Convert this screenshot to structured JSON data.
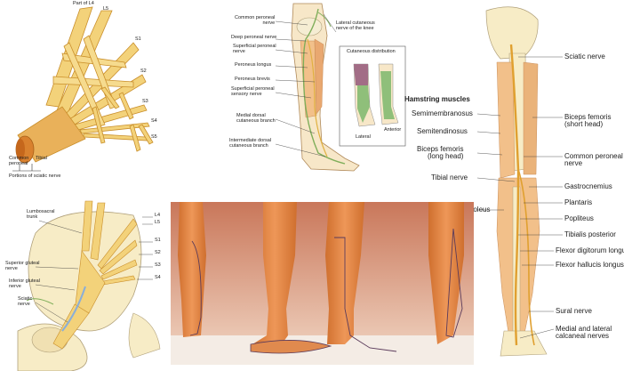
{
  "plexus": {
    "roots": [
      "Part of L4",
      "L5",
      "S1",
      "S2",
      "S3",
      "S4",
      "S5"
    ],
    "common_peroneal": "Common\nperoneal",
    "tibial": "Tibial",
    "portions": "Portions of sciatic nerve"
  },
  "leg_front": {
    "left_labels": [
      "Common peroneal\nnerve",
      "Deep peroneal nerve",
      "Superficial peroneal\nnerve",
      "Peroneus longus",
      "Peroneus brevis",
      "Superficial peroneal\nsensory nerve",
      "Medial dorsal\ncutaneous branch",
      "Intermediate dorsal\ncutaneous branch"
    ],
    "lateral_cutaneous": "Lateral cutaneous\nnerve of the knee",
    "inset_title": "Cutaneous distribution",
    "inset_lateral": "Lateral",
    "inset_anterior": "Anterior"
  },
  "hamstring": {
    "title": "Hamstring muscles",
    "left_labels": [
      "Semimembranosus",
      "Semitendinosus",
      "Biceps femoris\n(long head)",
      "Tibial nerve",
      "Soleus"
    ],
    "right_labels": [
      "Sciatic nerve",
      "Biceps femoris\n(short head)",
      "Common peroneal\nnerve",
      "Gastrocnemius",
      "Plantaris",
      "Popliteus",
      "Tibialis posterior",
      "Flexor digitorum longus",
      "Flexor hallucis longus",
      "Sural nerve",
      "Medial and lateral\ncalcaneal nerves"
    ]
  },
  "pelvis": {
    "lumbosacral": "Lumbosacral\ntrunk",
    "roots": [
      "L4",
      "L5",
      "S1",
      "S2",
      "S3",
      "S4"
    ],
    "sup_gluteal": "Superior gluteal\nnerve",
    "inf_gluteal": "Inferior gluteal\nnerve",
    "sciatic": "Sciatic\nnerve"
  },
  "colors": {
    "nerve": "#f3d27a",
    "nerve_dark": "#c98e2a",
    "bone": "#f7ecc6",
    "skin_photo": "#e08a4e",
    "backdrop_photo": "#c9775a",
    "cutaneous_purple": "#a26d86",
    "cutaneous_green": "#8fbf7a",
    "muscle": "#f2c08a"
  }
}
